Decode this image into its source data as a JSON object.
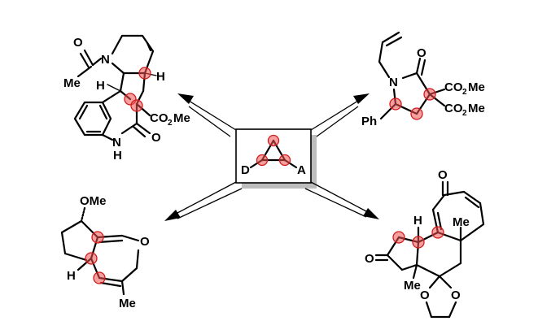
{
  "center": {
    "donor_label": "D",
    "acceptor_label": "A"
  },
  "top_left": {
    "labels": [
      "O",
      "N",
      "Me",
      "H",
      "H",
      "CO",
      "2",
      "Me",
      "N",
      "H",
      "O"
    ]
  },
  "top_right": {
    "labels": [
      "O",
      "N",
      "CO",
      "2",
      "Me",
      "CO",
      "2",
      "Me",
      "Ph"
    ]
  },
  "bottom_left": {
    "labels": [
      "OMe",
      "O",
      "H",
      "Me"
    ]
  },
  "bottom_right": {
    "labels": [
      "O",
      "H",
      "Me",
      "O",
      "Me",
      "O",
      "O"
    ]
  },
  "colors": {
    "highlight_fill": "#f07070",
    "highlight_stroke": "#d11b1b",
    "box_shadow": "#bdbdbd"
  }
}
